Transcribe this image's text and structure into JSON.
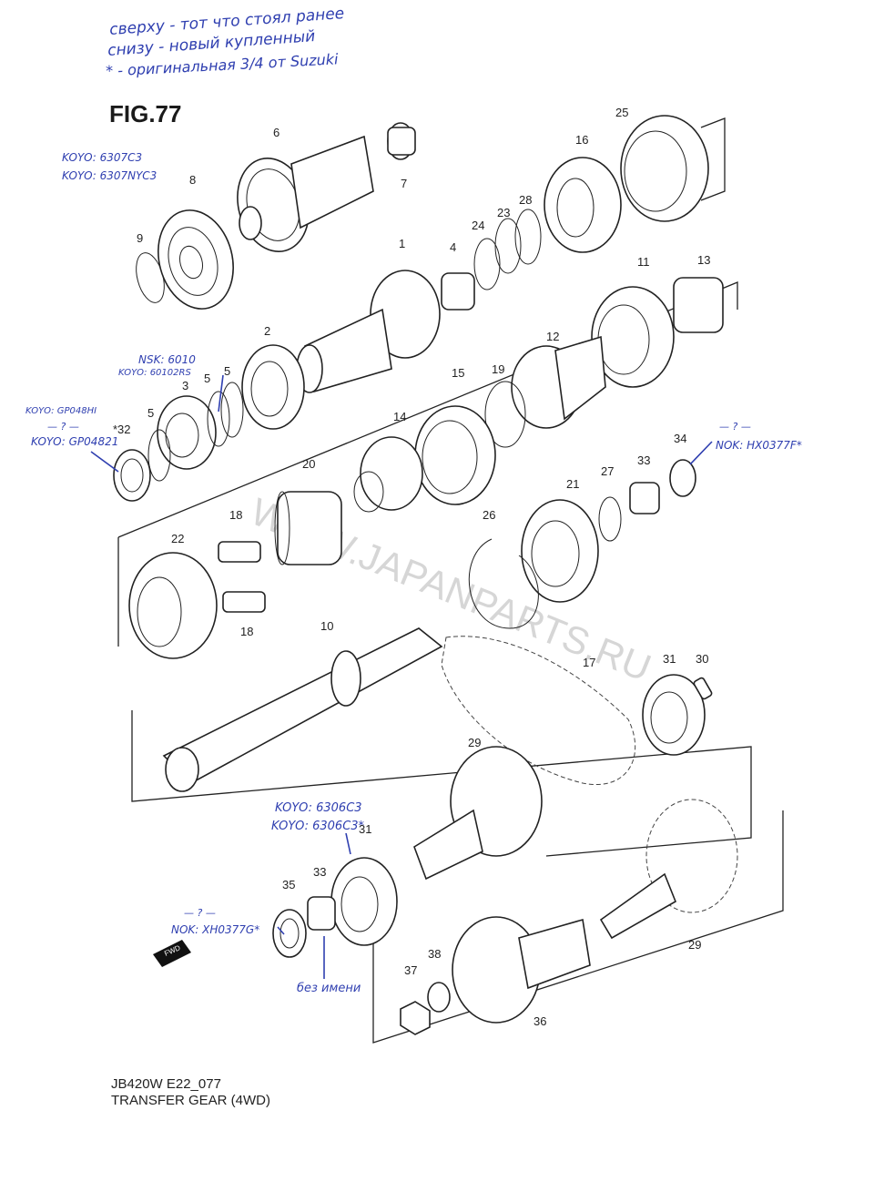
{
  "header_notes": [
    "сверху - тот что стоял ранее",
    "снизу - новый купленный",
    "* - оригинальная 3/4 от Suzuki"
  ],
  "figure_title": "FIG.77",
  "notes": {
    "koyo_6307": [
      "KOYO: 6307C3",
      "KOYO: 6307NYC3"
    ],
    "nsk_6010": [
      "NSK: 6010",
      "KOYO: 60102RS"
    ],
    "koyo_gp048": [
      "KOYO: GP048HI",
      "— ? —",
      "KOYO: GP04821"
    ],
    "nok_hx0377f": [
      "— ? —",
      "NOK: HX0377F*"
    ],
    "koyo_6306": [
      "KOYO: 6306C3",
      "KOYO: 6306C3*"
    ],
    "nok_xh0377g": [
      "— ? —",
      "NOK: XH0377G*"
    ],
    "no_name": "без имени"
  },
  "callouts": {
    "c1": "1",
    "c2": "2",
    "c3": "3",
    "c4": "4",
    "c5a": "5",
    "c5b": "5",
    "c5c": "5",
    "c6": "6",
    "c7": "7",
    "c8": "8",
    "c9": "9",
    "c10": "10",
    "c11": "11",
    "c12": "12",
    "c13": "13",
    "c14": "14",
    "c15": "15",
    "c16": "16",
    "c17": "17",
    "c18a": "18",
    "c18b": "18",
    "c19": "19",
    "c20": "20",
    "c21": "21",
    "c22": "22",
    "c23": "23",
    "c24": "24",
    "c25": "25",
    "c26": "26",
    "c27": "27",
    "c28": "28",
    "c29a": "29",
    "c29b": "29",
    "c30": "30",
    "c31a": "31",
    "c31b": "31",
    "c32": "*32",
    "c33a": "33",
    "c33b": "33",
    "c34": "34",
    "c35": "35",
    "c36": "36",
    "c37": "37",
    "c38": "38"
  },
  "fwd_label": "FWD",
  "watermark": "WWW.JAPANPARTS.RU",
  "footer": {
    "code": "JB420W E22_077",
    "title": "TRANSFER GEAR (4WD)"
  }
}
